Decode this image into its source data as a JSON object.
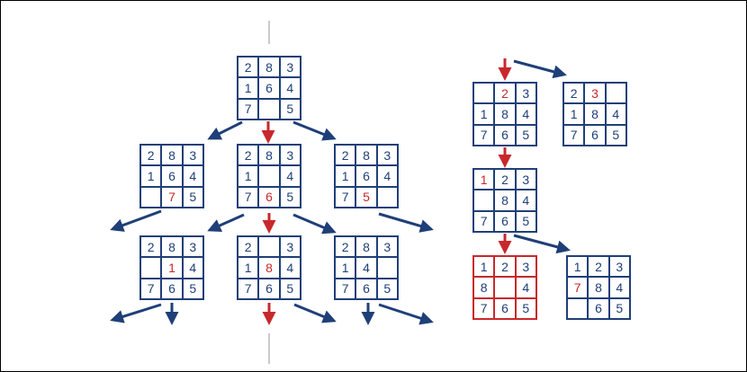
{
  "colors": {
    "frame": "#1f3f78",
    "highlight": "#c8282c",
    "divider": "#b8b8b8"
  },
  "tree": {
    "root": {
      "cells": [
        "2",
        "8",
        "3",
        "1",
        "6",
        "4",
        "7",
        "",
        "5"
      ],
      "moved": []
    },
    "level1": [
      {
        "cells": [
          "2",
          "8",
          "3",
          "1",
          "6",
          "4",
          "",
          "7",
          "5"
        ],
        "moved": [
          7
        ]
      },
      {
        "cells": [
          "2",
          "8",
          "3",
          "1",
          "",
          "4",
          "7",
          "6",
          "5"
        ],
        "moved": [
          7
        ]
      },
      {
        "cells": [
          "2",
          "8",
          "3",
          "1",
          "6",
          "4",
          "7",
          "5",
          ""
        ],
        "moved": [
          7
        ]
      }
    ],
    "level2": [
      {
        "cells": [
          "2",
          "8",
          "3",
          "",
          "1",
          "4",
          "7",
          "6",
          "5"
        ],
        "moved": [
          4
        ]
      },
      {
        "cells": [
          "2",
          "",
          "3",
          "1",
          "8",
          "4",
          "7",
          "6",
          "5"
        ],
        "moved": [
          4
        ]
      },
      {
        "cells": [
          "2",
          "8",
          "3",
          "1",
          "4",
          "",
          "7",
          "6",
          "5"
        ],
        "moved": []
      }
    ]
  },
  "path": {
    "step1": [
      {
        "cells": [
          "",
          "2",
          "3",
          "1",
          "8",
          "4",
          "7",
          "6",
          "5"
        ],
        "moved": [
          1
        ]
      },
      {
        "cells": [
          "2",
          "3",
          "",
          "1",
          "8",
          "4",
          "7",
          "6",
          "5"
        ],
        "moved": [
          1
        ]
      }
    ],
    "step2": {
      "cells": [
        "1",
        "2",
        "3",
        "",
        "8",
        "4",
        "7",
        "6",
        "5"
      ],
      "moved": [
        0
      ]
    },
    "step3": [
      {
        "cells": [
          "1",
          "2",
          "3",
          "8",
          "",
          "4",
          "7",
          "6",
          "5"
        ],
        "moved": [
          3
        ],
        "goal": true
      },
      {
        "cells": [
          "1",
          "2",
          "3",
          "7",
          "8",
          "4",
          "",
          "6",
          "5"
        ],
        "moved": [
          3
        ]
      }
    ]
  }
}
